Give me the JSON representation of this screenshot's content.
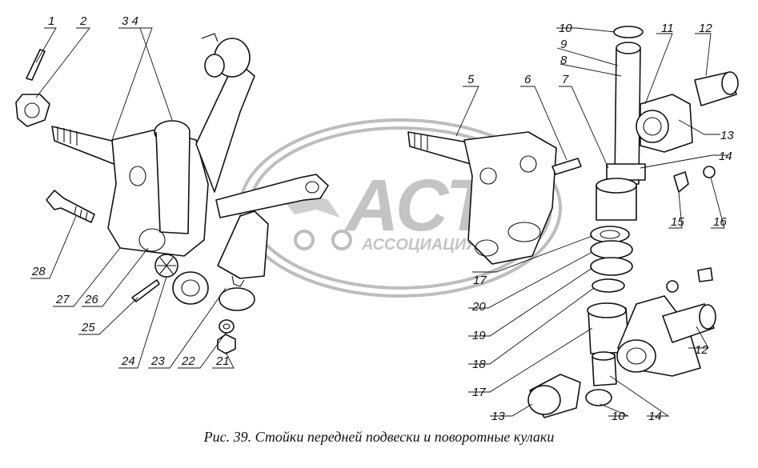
{
  "figure": {
    "caption": "Рис. 39. Стойки передней подвески и поворотные кулаки"
  },
  "watermark": {
    "title": "АСТА",
    "subtitle": "АССОЦИАЦИЯ"
  },
  "callouts": {
    "c1": "1",
    "c2": "2",
    "c3_4": "3 4",
    "c5": "5",
    "c6": "6",
    "c7": "7",
    "c8": "8",
    "c9": "9",
    "c10a": "10",
    "c10b": "10",
    "c11": "11",
    "c12a": "12",
    "c12b": "12",
    "c13a": "13",
    "c13b": "13",
    "c14a": "14",
    "c14b": "14",
    "c15": "15",
    "c16": "16",
    "c17a": "17",
    "c17b": "17",
    "c18": "18",
    "c19": "19",
    "c20": "20",
    "c21": "21",
    "c22": "22",
    "c23": "23",
    "c24": "24",
    "c25": "25",
    "c26": "26",
    "c27": "27",
    "c28": "28"
  }
}
